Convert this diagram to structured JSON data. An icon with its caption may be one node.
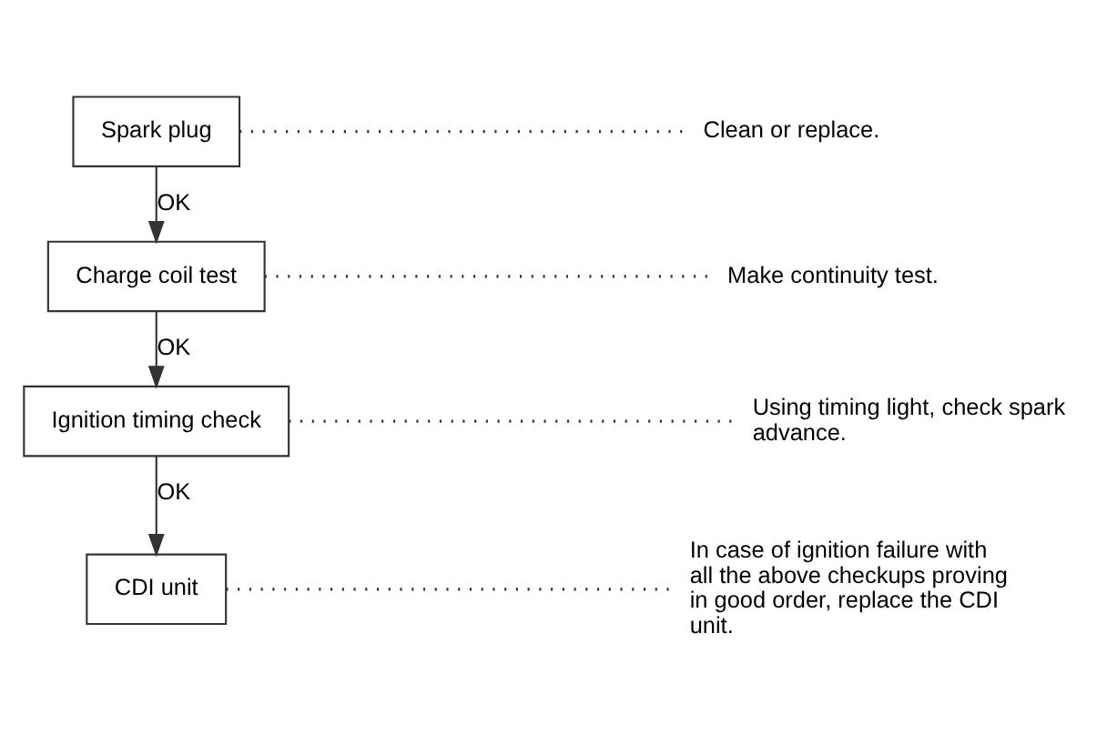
{
  "diagram": {
    "nodes": [
      {
        "text": [
          "Spark plug"
        ]
      },
      {
        "text": [
          "Clean or replace."
        ]
      },
      {
        "text": [
          "Charge coil test"
        ]
      },
      {
        "text": [
          "Make continuity test."
        ]
      },
      {
        "text": [
          "Ignition timing check"
        ]
      },
      {
        "text": [
          "Using timing light, check spark advance."
        ]
      },
      {
        "text": [
          "CDI unit"
        ]
      },
      {
        "text": [
          "In case of ignition failure with all the above checkups proving in good order, replace the CDI unit."
        ]
      }
    ],
    "edges": [
      {
        "from": 0,
        "to": 2,
        "arrow": "to",
        "label": "OK"
      },
      {
        "from": 2,
        "to": 4,
        "arrow": "to",
        "label": "OK"
      },
      {
        "from": 4,
        "to": 6,
        "arrow": "to",
        "label": "OK"
      },
      {
        "from": 0,
        "to": 1,
        "arrow": "none",
        "style": "dashed"
      },
      {
        "from": 2,
        "to": 3,
        "arrow": "none",
        "style": "dashed"
      },
      {
        "from": 4,
        "to": 5,
        "arrow": "none",
        "style": "dashed"
      },
      {
        "from": 6,
        "to": 7,
        "arrow": "none",
        "style": "dashed"
      }
    ]
  }
}
